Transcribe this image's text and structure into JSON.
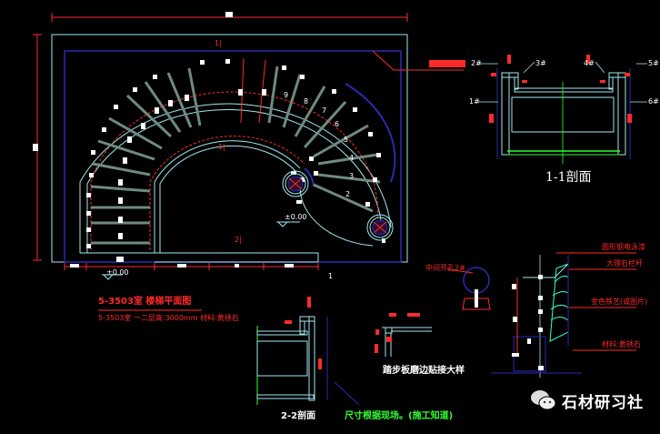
{
  "drawing": {
    "title": "5-3503室 楼梯平面图",
    "subtitle": "5-3503室 一二层高:3000mm 材料:黄锈石",
    "colors": {
      "background": "#000000",
      "outline": "#9fe7ef",
      "dimension": "#ff2a2a",
      "tread": "#6f8a80",
      "frame_blue": "#2a2ab4",
      "green": "#33ff33"
    },
    "plan": {
      "top_dim_label": "■",
      "section_marker_top": "1|",
      "section_marker_mid": "1|",
      "section_marker_bottom": "2|",
      "left_dim_label": "■",
      "elevation_label": "±0.00",
      "step_numbers": [
        "1",
        "2",
        "3",
        "4",
        "5",
        "6",
        "7",
        "8",
        "9"
      ],
      "bottom_dims": [
        "■",
        "■",
        "■",
        "■"
      ],
      "callout_label": "■■■■■"
    },
    "section_1_1": {
      "title": "1-1剖面",
      "labels": [
        "2#",
        "3#",
        "4#",
        "5#",
        "1#",
        "6#"
      ]
    },
    "section_2_2": {
      "title": "2-2剖面"
    },
    "detail_edge": {
      "title": "踏步板磨边贴接大样"
    },
    "note_green": "尺寸根据现场。(施工知道)",
    "detail_rail": {
      "label_top": "中间开孔2#",
      "callouts": [
        "圆形钢电泳漆",
        "大理石栏杆",
        "金色铁艺(或图片)",
        "材料:黄锈石"
      ]
    },
    "watermark": {
      "text": "石材研习社",
      "icon": "wechat-icon"
    }
  }
}
